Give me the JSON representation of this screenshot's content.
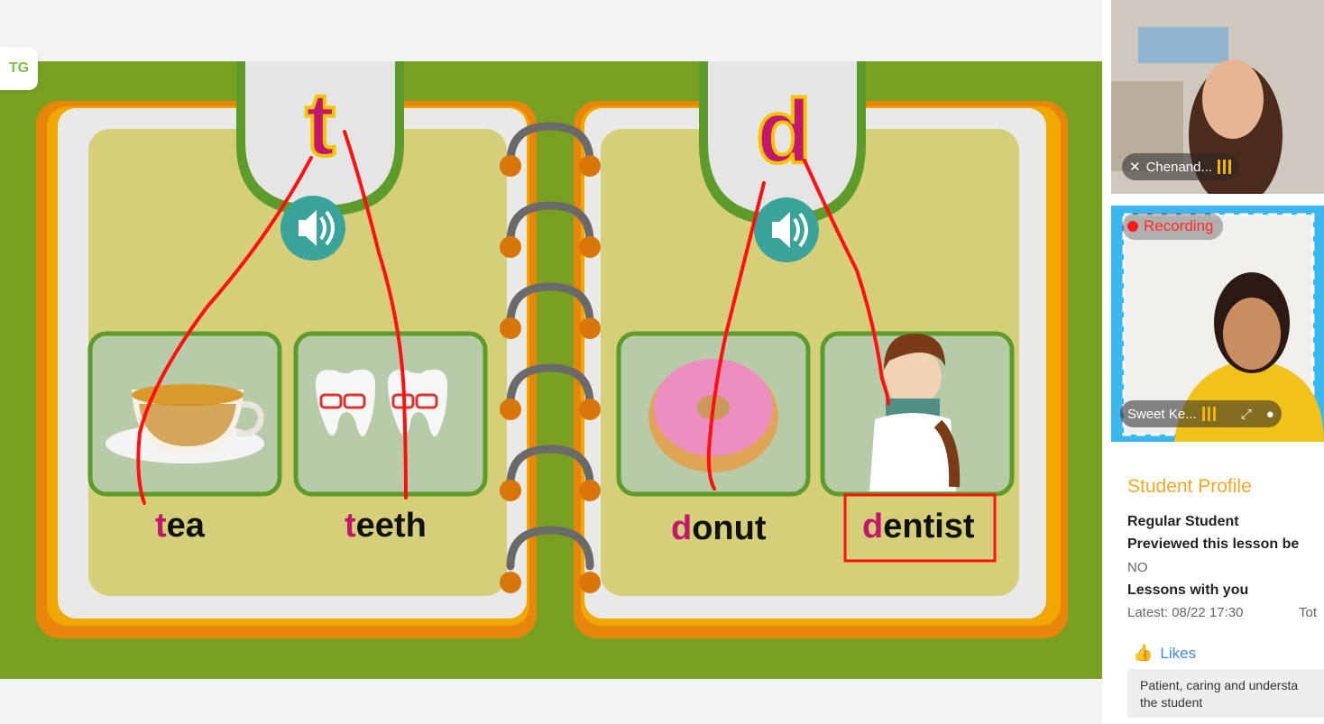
{
  "badge": {
    "label": "TG"
  },
  "lesson": {
    "left_page": {
      "letter": "t",
      "words": [
        {
          "first": "t",
          "rest": "ea",
          "image": "tea-cup-icon"
        },
        {
          "first": "t",
          "rest": "eeth",
          "image": "teeth-icon"
        }
      ]
    },
    "right_page": {
      "letter": "d",
      "words": [
        {
          "first": "d",
          "rest": "onut",
          "image": "donut-icon"
        },
        {
          "first": "d",
          "rest": "entist",
          "image": "dentist-icon"
        }
      ]
    }
  },
  "video": {
    "student": {
      "name": "Chenand...",
      "signal": 3
    },
    "teacher": {
      "name": "Sweet Ke...",
      "signal": 3,
      "status": "Recording"
    }
  },
  "profile": {
    "title": "Student Profile",
    "type": "Regular Student",
    "previewed_label": "Previewed this lesson be",
    "previewed_value": "NO",
    "lessons_label": "Lessons with you",
    "latest": "Latest: 08/22 17:30",
    "total_prefix": "Tot",
    "likes_label": "Likes",
    "like_comment": "Patient, caring and understa\nthe student"
  },
  "colors": {
    "accent": "#f5a623",
    "link": "#3a8ee6",
    "letter": "#c3176e",
    "board": "#7aa021"
  }
}
